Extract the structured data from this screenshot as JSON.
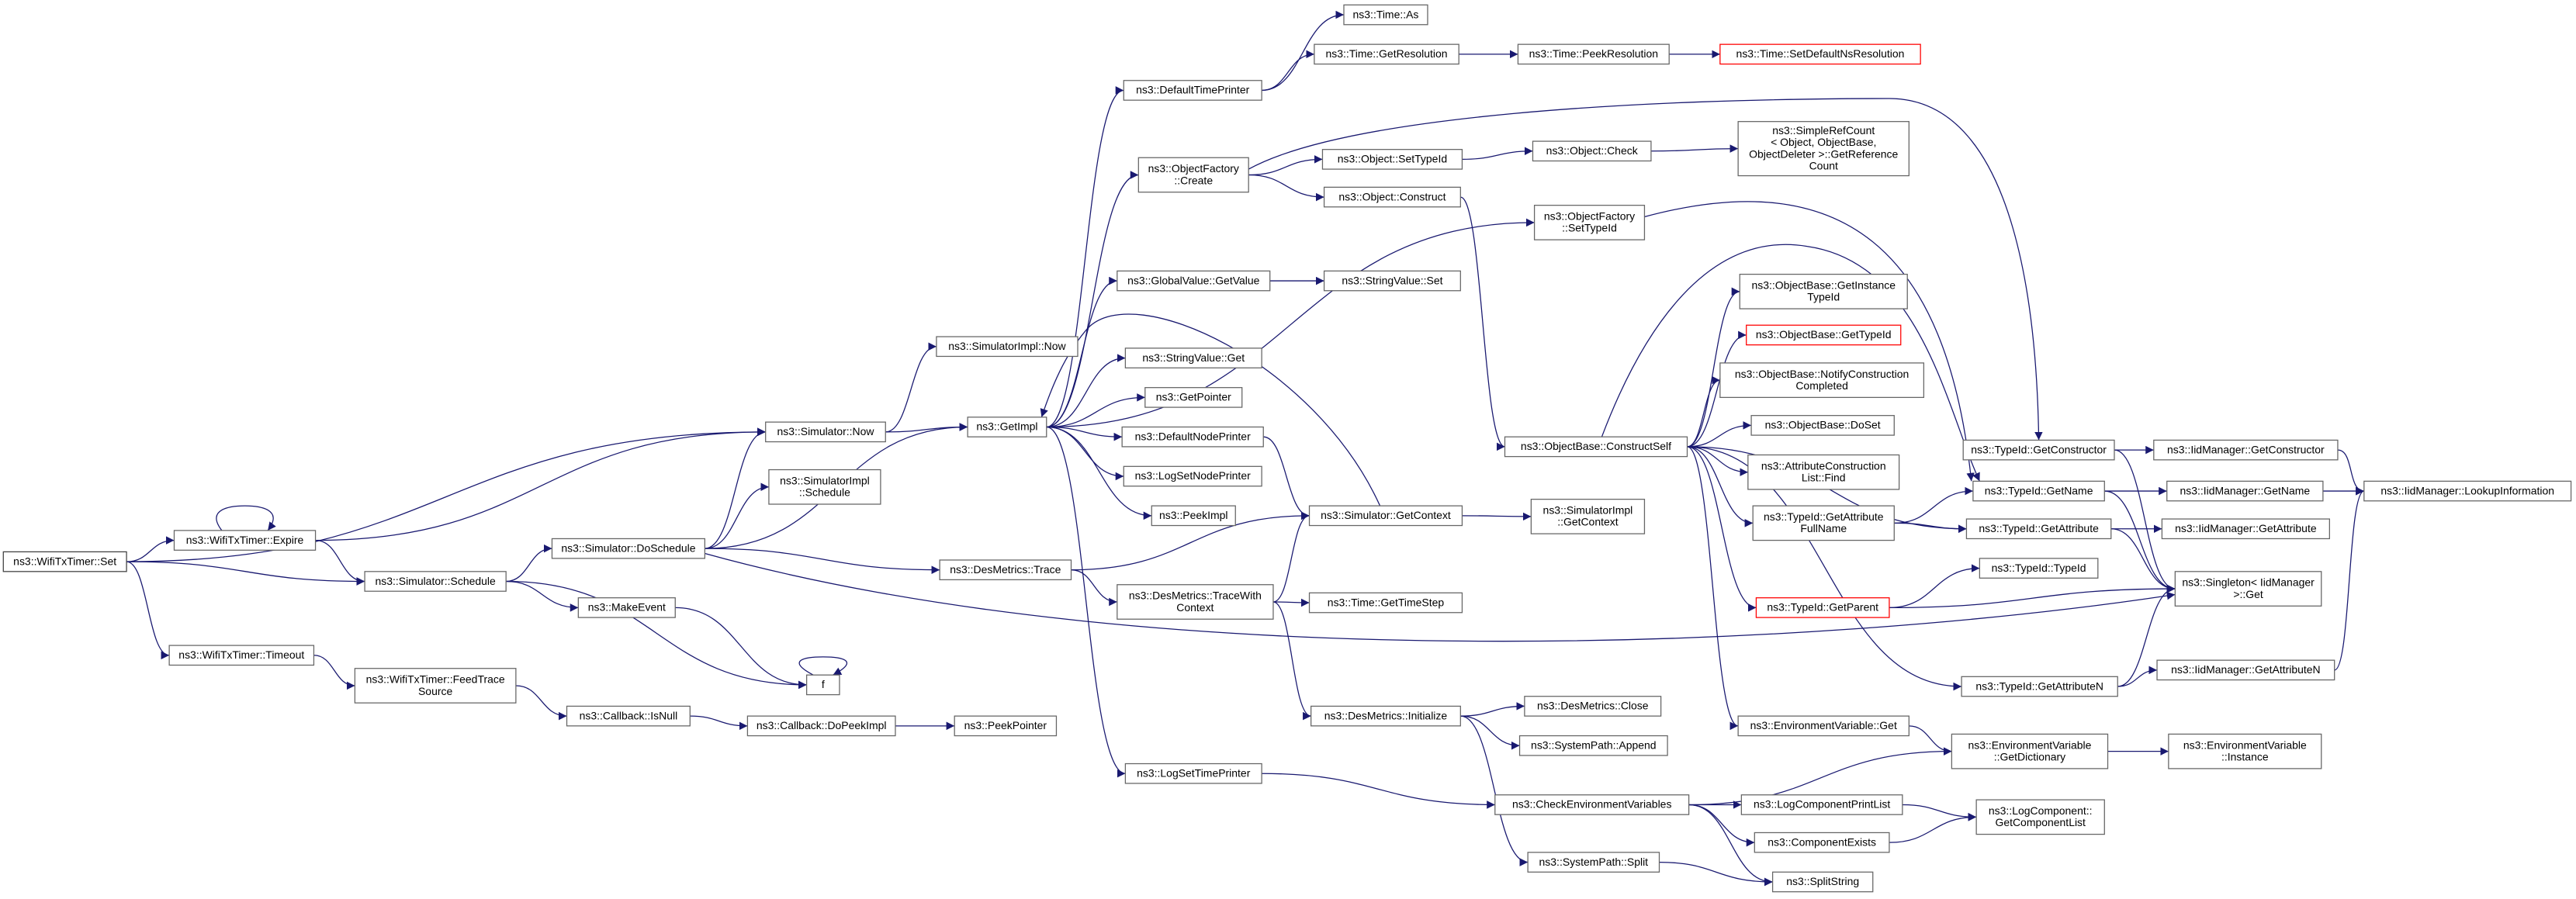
{
  "graph": {
    "colors": {
      "edge": "#191970",
      "node_border": "#666666",
      "node_fill": "#ffffff",
      "root_fill": "#bfbfbf",
      "root_border": "#404040",
      "missing_border": "#ff0000"
    },
    "nodes": [
      {
        "lines": [
          "ns3::WifiTxTimer::Set"
        ],
        "fill": "#bfbfbf",
        "border": "#404040"
      },
      {
        "lines": [
          "ns3::WifiTxTimer::Expire"
        ]
      },
      {
        "lines": [
          "ns3::Simulator::Now"
        ]
      },
      {
        "lines": [
          "ns3::Simulator::Schedule"
        ]
      },
      {
        "lines": [
          "ns3::WifiTxTimer::Timeout"
        ]
      },
      {
        "lines": [
          "ns3::SimulatorImpl::Now"
        ]
      },
      {
        "lines": [
          "ns3::GetImpl"
        ]
      },
      {
        "lines": [
          "ns3::Simulator::DoSchedule"
        ]
      },
      {
        "lines": [
          "ns3::SimulatorImpl",
          "::Schedule"
        ]
      },
      {
        "lines": [
          "ns3::MakeEvent"
        ]
      },
      {
        "lines": [
          "f"
        ]
      },
      {
        "lines": [
          "ns3::WifiTxTimer::FeedTrace",
          "Source"
        ]
      },
      {
        "lines": [
          "ns3::Callback::IsNull"
        ]
      },
      {
        "lines": [
          "ns3::Callback::DoPeekImpl"
        ]
      },
      {
        "lines": [
          "ns3::PeekPointer"
        ]
      },
      {
        "lines": [
          "ns3::DesMetrics::Trace"
        ]
      },
      {
        "lines": [
          "ns3::DesMetrics::TraceWith",
          "Context"
        ]
      },
      {
        "lines": [
          "ns3::Simulator::GetContext"
        ]
      },
      {
        "lines": [
          "ns3::SimulatorImpl",
          "::GetContext"
        ]
      },
      {
        "lines": [
          "ns3::Time::GetTimeStep"
        ]
      },
      {
        "lines": [
          "ns3::DesMetrics::Initialize"
        ]
      },
      {
        "lines": [
          "ns3::DesMetrics::Close"
        ]
      },
      {
        "lines": [
          "ns3::SystemPath::Append"
        ]
      },
      {
        "lines": [
          "ns3::SystemPath::Split"
        ]
      },
      {
        "lines": [
          "ns3::SplitString"
        ]
      },
      {
        "lines": [
          "ns3::LogSetTimePrinter"
        ]
      },
      {
        "lines": [
          "ns3::CheckEnvironmentVariables"
        ]
      },
      {
        "lines": [
          "ns3::LogComponentPrintList"
        ]
      },
      {
        "lines": [
          "ns3::ComponentExists"
        ]
      },
      {
        "lines": [
          "ns3::LogComponent::",
          "GetComponentList"
        ]
      },
      {
        "lines": [
          "ns3::EnvironmentVariable",
          "::GetDictionary"
        ]
      },
      {
        "lines": [
          "ns3::EnvironmentVariable",
          "::Instance"
        ]
      },
      {
        "lines": [
          "ns3::EnvironmentVariable::Get"
        ]
      },
      {
        "lines": [
          "ns3::DefaultTimePrinter"
        ]
      },
      {
        "lines": [
          "ns3::Time::As"
        ]
      },
      {
        "lines": [
          "ns3::Time::GetResolution"
        ]
      },
      {
        "lines": [
          "ns3::Time::PeekResolution"
        ]
      },
      {
        "lines": [
          "ns3::Time::SetDefaultNsResolution"
        ],
        "border": "#ff0000"
      },
      {
        "lines": [
          "ns3::ObjectFactory",
          "::Create"
        ]
      },
      {
        "lines": [
          "ns3::Object::SetTypeId"
        ]
      },
      {
        "lines": [
          "ns3::Object::Construct"
        ]
      },
      {
        "lines": [
          "ns3::Object::Check"
        ]
      },
      {
        "lines": [
          "ns3::SimpleRefCount",
          "< Object, ObjectBase,",
          "ObjectDeleter >::GetReference",
          "Count"
        ]
      },
      {
        "lines": [
          "ns3::ObjectFactory",
          "::SetTypeId"
        ]
      },
      {
        "lines": [
          "ns3::GlobalValue::GetValue"
        ]
      },
      {
        "lines": [
          "ns3::StringValue::Set"
        ]
      },
      {
        "lines": [
          "ns3::StringValue::Get"
        ]
      },
      {
        "lines": [
          "ns3::GetPointer"
        ]
      },
      {
        "lines": [
          "ns3::DefaultNodePrinter"
        ]
      },
      {
        "lines": [
          "ns3::LogSetNodePrinter"
        ]
      },
      {
        "lines": [
          "ns3::PeekImpl"
        ]
      },
      {
        "lines": [
          "ns3::ObjectBase::ConstructSelf"
        ]
      },
      {
        "lines": [
          "ns3::ObjectBase::GetInstance",
          "TypeId"
        ]
      },
      {
        "lines": [
          "ns3::ObjectBase::GetTypeId"
        ],
        "border": "#ff0000"
      },
      {
        "lines": [
          "ns3::ObjectBase::NotifyConstruction",
          "Completed"
        ]
      },
      {
        "lines": [
          "ns3::ObjectBase::DoSet"
        ]
      },
      {
        "lines": [
          "ns3::AttributeConstruction",
          "List::Find"
        ]
      },
      {
        "lines": [
          "ns3::TypeId::GetAttribute",
          "FullName"
        ]
      },
      {
        "lines": [
          "ns3::TypeId::GetParent"
        ],
        "border": "#ff0000"
      },
      {
        "lines": [
          "ns3::TypeId::GetConstructor"
        ]
      },
      {
        "lines": [
          "ns3::TypeId::GetName"
        ]
      },
      {
        "lines": [
          "ns3::TypeId::GetAttribute"
        ]
      },
      {
        "lines": [
          "ns3::TypeId::TypeId"
        ]
      },
      {
        "lines": [
          "ns3::TypeId::GetAttributeN"
        ]
      },
      {
        "lines": [
          "ns3::IidManager::GetConstructor"
        ]
      },
      {
        "lines": [
          "ns3::IidManager::GetName"
        ]
      },
      {
        "lines": [
          "ns3::IidManager::GetAttribute"
        ]
      },
      {
        "lines": [
          "ns3::IidManager::GetAttributeN"
        ]
      },
      {
        "lines": [
          "ns3::IidManager::LookupInformation"
        ]
      },
      {
        "lines": [
          "ns3::Singleton< IidManager",
          ">::Get"
        ]
      }
    ]
  }
}
